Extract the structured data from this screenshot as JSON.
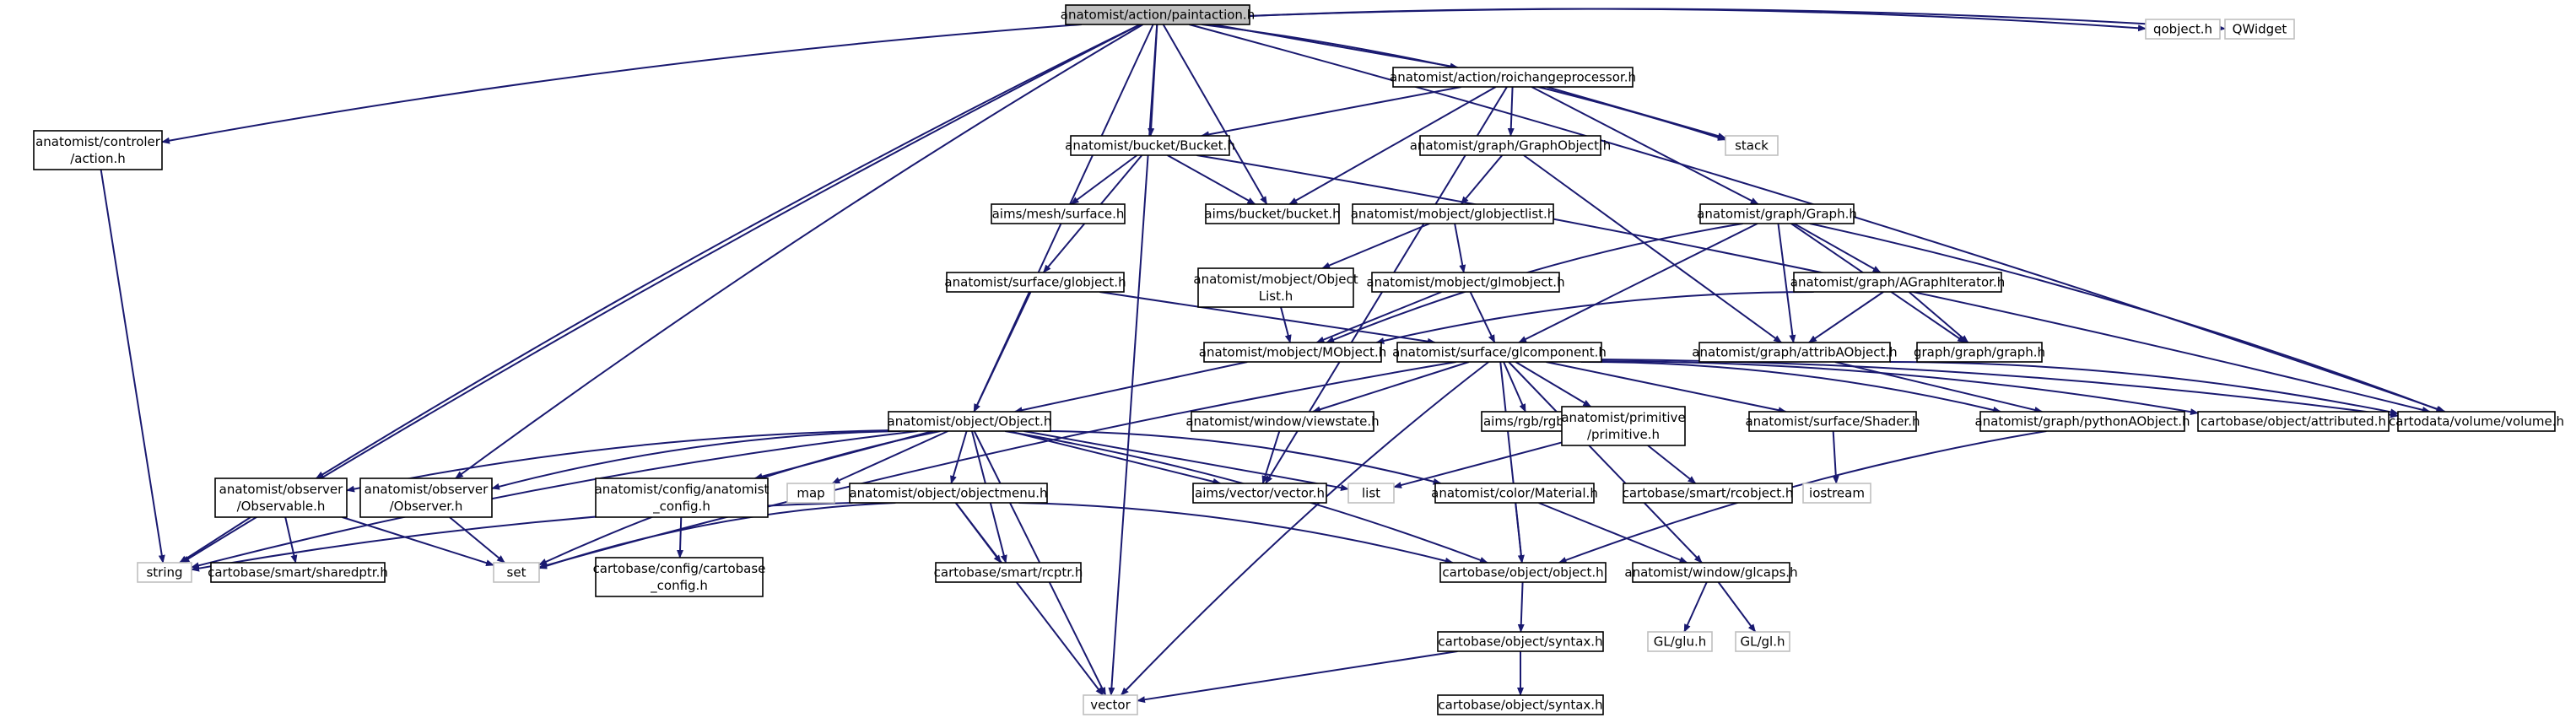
{
  "nodes": [
    {
      "id": "root",
      "lines": [
        "anatomist/action/paintaction.h"
      ],
      "kind": "root"
    },
    {
      "id": "ctrl_action",
      "lines": [
        "anatomist/controler",
        "/action.h"
      ],
      "kind": "doc"
    },
    {
      "id": "roichange",
      "lines": [
        "anatomist/action/roichangeprocessor.h"
      ],
      "kind": "doc"
    },
    {
      "id": "qobject",
      "lines": [
        "qobject.h"
      ],
      "kind": "ext"
    },
    {
      "id": "qwidget",
      "lines": [
        "QWidget"
      ],
      "kind": "ext"
    },
    {
      "id": "bucket_h",
      "lines": [
        "anatomist/bucket/Bucket.h"
      ],
      "kind": "doc"
    },
    {
      "id": "graphobject",
      "lines": [
        "anatomist/graph/GraphObject.h"
      ],
      "kind": "doc"
    },
    {
      "id": "stack",
      "lines": [
        "stack"
      ],
      "kind": "ext"
    },
    {
      "id": "mesh_surface",
      "lines": [
        "aims/mesh/surface.h"
      ],
      "kind": "doc"
    },
    {
      "id": "aims_bucket",
      "lines": [
        "aims/bucket/bucket.h"
      ],
      "kind": "doc"
    },
    {
      "id": "globjectlist",
      "lines": [
        "anatomist/mobject/globjectlist.h"
      ],
      "kind": "doc"
    },
    {
      "id": "graph_h",
      "lines": [
        "anatomist/graph/Graph.h"
      ],
      "kind": "doc"
    },
    {
      "id": "objectlist",
      "lines": [
        "anatomist/mobject/Object",
        "List.h"
      ],
      "kind": "doc"
    },
    {
      "id": "glmobject",
      "lines": [
        "anatomist/mobject/glmobject.h"
      ],
      "kind": "doc"
    },
    {
      "id": "agraphiter",
      "lines": [
        "anatomist/graph/AGraphIterator.h"
      ],
      "kind": "doc"
    },
    {
      "id": "surf_globject",
      "lines": [
        "anatomist/surface/globject.h"
      ],
      "kind": "doc"
    },
    {
      "id": "mobject",
      "lines": [
        "anatomist/mobject/MObject.h"
      ],
      "kind": "doc"
    },
    {
      "id": "glcomponent",
      "lines": [
        "anatomist/surface/glcomponent.h"
      ],
      "kind": "doc"
    },
    {
      "id": "attribaobj",
      "lines": [
        "anatomist/graph/attribAObject.h"
      ],
      "kind": "doc"
    },
    {
      "id": "graph_graph",
      "lines": [
        "graph/graph/graph.h"
      ],
      "kind": "doc"
    },
    {
      "id": "object_h",
      "lines": [
        "anatomist/object/Object.h"
      ],
      "kind": "doc"
    },
    {
      "id": "viewstate",
      "lines": [
        "anatomist/window/viewstate.h"
      ],
      "kind": "doc"
    },
    {
      "id": "rgb",
      "lines": [
        "aims/rgb/rgb.h"
      ],
      "kind": "doc"
    },
    {
      "id": "primitive",
      "lines": [
        "anatomist/primitive",
        "/primitive.h"
      ],
      "kind": "doc"
    },
    {
      "id": "shader",
      "lines": [
        "anatomist/surface/Shader.h"
      ],
      "kind": "doc"
    },
    {
      "id": "pythonaobj",
      "lines": [
        "anatomist/graph/pythonAObject.h"
      ],
      "kind": "doc"
    },
    {
      "id": "attributed",
      "lines": [
        "cartobase/object/attributed.h"
      ],
      "kind": "doc"
    },
    {
      "id": "volume",
      "lines": [
        "cartodata/volume/volume.h"
      ],
      "kind": "doc"
    },
    {
      "id": "observable",
      "lines": [
        "anatomist/observer",
        "/Observable.h"
      ],
      "kind": "doc"
    },
    {
      "id": "observer",
      "lines": [
        "anatomist/observer",
        "/Observer.h"
      ],
      "kind": "doc"
    },
    {
      "id": "map",
      "lines": [
        "map"
      ],
      "kind": "ext"
    },
    {
      "id": "config",
      "lines": [
        "anatomist/config/anatomist",
        "_config.h"
      ],
      "kind": "doc"
    },
    {
      "id": "objectmenu",
      "lines": [
        "anatomist/object/objectmenu.h"
      ],
      "kind": "doc"
    },
    {
      "id": "vector_h",
      "lines": [
        "aims/vector/vector.h"
      ],
      "kind": "doc"
    },
    {
      "id": "list",
      "lines": [
        "list"
      ],
      "kind": "ext"
    },
    {
      "id": "material",
      "lines": [
        "anatomist/color/Material.h"
      ],
      "kind": "doc"
    },
    {
      "id": "rcobject",
      "lines": [
        "cartobase/smart/rcobject.h"
      ],
      "kind": "doc"
    },
    {
      "id": "iostream",
      "lines": [
        "iostream"
      ],
      "kind": "ext"
    },
    {
      "id": "string",
      "lines": [
        "string"
      ],
      "kind": "ext"
    },
    {
      "id": "sharedptr",
      "lines": [
        "cartobase/smart/sharedptr.h"
      ],
      "kind": "doc"
    },
    {
      "id": "set",
      "lines": [
        "set"
      ],
      "kind": "ext"
    },
    {
      "id": "cartobase_config",
      "lines": [
        "cartobase/config/cartobase",
        "_config.h"
      ],
      "kind": "doc"
    },
    {
      "id": "rcptr",
      "lines": [
        "cartobase/smart/rcptr.h"
      ],
      "kind": "doc"
    },
    {
      "id": "cobj_object",
      "lines": [
        "cartobase/object/object.h"
      ],
      "kind": "doc"
    },
    {
      "id": "glcaps",
      "lines": [
        "anatomist/window/glcaps.h"
      ],
      "kind": "doc"
    },
    {
      "id": "glu",
      "lines": [
        "GL/glu.h"
      ],
      "kind": "ext"
    },
    {
      "id": "gl",
      "lines": [
        "GL/gl.h"
      ],
      "kind": "ext"
    },
    {
      "id": "syntax1",
      "lines": [
        "cartobase/object/syntax.h"
      ],
      "kind": "doc"
    },
    {
      "id": "syntax2",
      "lines": [
        "cartobase/object/syntax.h"
      ],
      "kind": "doc"
    },
    {
      "id": "vector",
      "lines": [
        "vector"
      ],
      "kind": "ext"
    }
  ],
  "edges": [
    [
      "root",
      "ctrl_action"
    ],
    [
      "root",
      "roichange"
    ],
    [
      "root",
      "qobject"
    ],
    [
      "root",
      "qwidget"
    ],
    [
      "root",
      "bucket_h"
    ],
    [
      "root",
      "stack"
    ],
    [
      "root",
      "aims_bucket"
    ],
    [
      "root",
      "object_h"
    ],
    [
      "root",
      "observable"
    ],
    [
      "root",
      "observer"
    ],
    [
      "root",
      "string"
    ],
    [
      "root",
      "vector"
    ],
    [
      "root",
      "volume"
    ],
    [
      "ctrl_action",
      "string"
    ],
    [
      "roichange",
      "bucket_h"
    ],
    [
      "roichange",
      "graphobject"
    ],
    [
      "roichange",
      "stack"
    ],
    [
      "roichange",
      "aims_bucket"
    ],
    [
      "roichange",
      "graph_h"
    ],
    [
      "roichange",
      "vector_h"
    ],
    [
      "bucket_h",
      "mesh_surface"
    ],
    [
      "bucket_h",
      "aims_bucket"
    ],
    [
      "bucket_h",
      "surf_globject"
    ],
    [
      "bucket_h",
      "volume"
    ],
    [
      "graphobject",
      "globjectlist"
    ],
    [
      "graphobject",
      "attribaobj"
    ],
    [
      "globjectlist",
      "objectlist"
    ],
    [
      "globjectlist",
      "glmobject"
    ],
    [
      "graph_h",
      "agraphiter"
    ],
    [
      "graph_h",
      "attribaobj"
    ],
    [
      "graph_h",
      "graph_graph"
    ],
    [
      "graph_h",
      "volume"
    ],
    [
      "graph_h",
      "mobject"
    ],
    [
      "graph_h",
      "glcomponent"
    ],
    [
      "objectlist",
      "mobject"
    ],
    [
      "glmobject",
      "mobject"
    ],
    [
      "glmobject",
      "glcomponent"
    ],
    [
      "agraphiter",
      "attribaobj"
    ],
    [
      "agraphiter",
      "graph_graph"
    ],
    [
      "agraphiter",
      "mobject"
    ],
    [
      "surf_globject",
      "object_h"
    ],
    [
      "surf_globject",
      "glcomponent"
    ],
    [
      "mobject",
      "object_h"
    ],
    [
      "glcomponent",
      "viewstate"
    ],
    [
      "glcomponent",
      "rgb"
    ],
    [
      "glcomponent",
      "primitive"
    ],
    [
      "glcomponent",
      "shader"
    ],
    [
      "glcomponent",
      "pythonaobj"
    ],
    [
      "glcomponent",
      "attributed"
    ],
    [
      "glcomponent",
      "volume"
    ],
    [
      "glcomponent",
      "cobj_object"
    ],
    [
      "glcomponent",
      "glcaps"
    ],
    [
      "glcomponent",
      "set"
    ],
    [
      "glcomponent",
      "vector"
    ],
    [
      "attribaobj",
      "pythonaobj"
    ],
    [
      "attribaobj",
      "volume"
    ],
    [
      "object_h",
      "observable"
    ],
    [
      "object_h",
      "observer"
    ],
    [
      "object_h",
      "map"
    ],
    [
      "object_h",
      "config"
    ],
    [
      "object_h",
      "objectmenu"
    ],
    [
      "object_h",
      "vector_h"
    ],
    [
      "object_h",
      "list"
    ],
    [
      "object_h",
      "material"
    ],
    [
      "object_h",
      "string"
    ],
    [
      "object_h",
      "set"
    ],
    [
      "object_h",
      "rcptr"
    ],
    [
      "object_h",
      "cobj_object"
    ],
    [
      "object_h",
      "vector"
    ],
    [
      "viewstate",
      "vector_h"
    ],
    [
      "primitive",
      "rcobject"
    ],
    [
      "primitive",
      "list"
    ],
    [
      "shader",
      "iostream"
    ],
    [
      "pythonaobj",
      "cobj_object"
    ],
    [
      "observable",
      "string"
    ],
    [
      "observable",
      "sharedptr"
    ],
    [
      "observable",
      "set"
    ],
    [
      "observer",
      "set"
    ],
    [
      "config",
      "cartobase_config"
    ],
    [
      "objectmenu",
      "string"
    ],
    [
      "objectmenu",
      "set"
    ],
    [
      "objectmenu",
      "rcptr"
    ],
    [
      "objectmenu",
      "cobj_object"
    ],
    [
      "objectmenu",
      "vector"
    ],
    [
      "material",
      "cobj_object"
    ],
    [
      "material",
      "glcaps"
    ],
    [
      "cobj_object",
      "syntax1"
    ],
    [
      "glcaps",
      "glu"
    ],
    [
      "glcaps",
      "gl"
    ],
    [
      "syntax1",
      "syntax2"
    ],
    [
      "syntax1",
      "vector"
    ]
  ]
}
